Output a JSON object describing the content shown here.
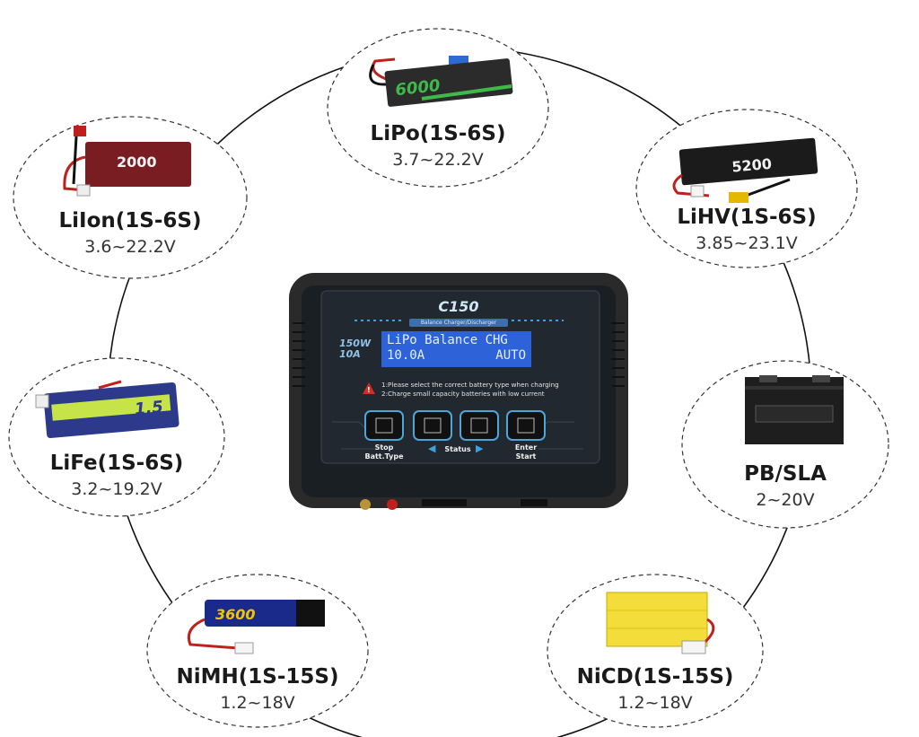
{
  "charger": {
    "model": "C150",
    "subtitle": "Balance Charger/Discharger",
    "power": "150W",
    "current": "10A",
    "lcd_line1": "LiPo Balance CHG",
    "lcd_line2_left": "10.0A",
    "lcd_line2_right": "AUTO",
    "note1": "1:Please select the correct battery type when charging",
    "note2": "2:Charge small capacity batteries with low current",
    "buttons": [
      {
        "label_top": "Stop",
        "label_bottom": "Batt.Type"
      },
      {
        "label": "Status"
      },
      {
        "label_top": "Enter",
        "label_bottom": "Start"
      }
    ]
  },
  "batteries": [
    {
      "name": "LiPo(1S-6S)",
      "range": "3.7~22.2V",
      "pack_text": "6000",
      "color": "#2a2a2a",
      "accent": "#3fb94a"
    },
    {
      "name": "LiHV(1S-6S)",
      "range": "3.85~23.1V",
      "pack_text": "5200",
      "color": "#1b1b1b",
      "accent": "#e8e8e8"
    },
    {
      "name": "PB/SLA",
      "range": "2~20V",
      "pack_text": "",
      "color": "#1e1e1e",
      "accent": "#ffffff"
    },
    {
      "name": "NiCD(1S-15S)",
      "range": "1.2~18V",
      "pack_text": "",
      "color": "#f2dd3a",
      "accent": "#c9a900"
    },
    {
      "name": "NiMH(1S-15S)",
      "range": "1.2~18V",
      "pack_text": "3600",
      "color": "#1a2a8a",
      "accent": "#f2c300"
    },
    {
      "name": "LiFe(1S-6S)",
      "range": "3.2~19.2V",
      "pack_text": "1.5",
      "color": "#2d3a8c",
      "accent": "#c6e34a"
    },
    {
      "name": "LiIon(1S-6S)",
      "range": "3.6~22.2V",
      "pack_text": "2000",
      "color": "#7a1d22",
      "accent": "#ffffff"
    }
  ]
}
